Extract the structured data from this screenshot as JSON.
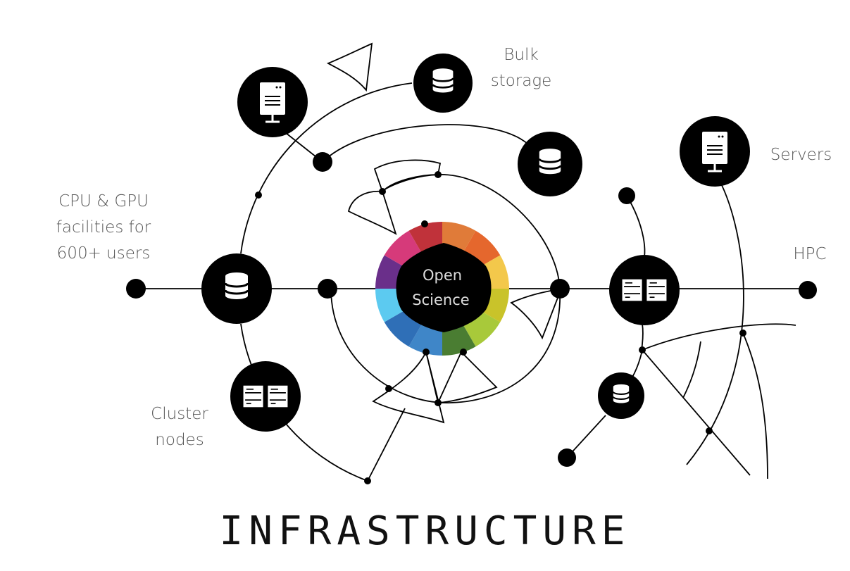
{
  "title": "INFRASTRUCTURE",
  "center": {
    "line1": "Open",
    "line2": "Science"
  },
  "labels": {
    "bulk_storage": [
      "Bulk",
      "storage"
    ],
    "cpu_gpu": [
      "CPU & GPU",
      "facilities for",
      "600+ users"
    ],
    "cluster_nodes": [
      "Cluster",
      "nodes"
    ],
    "servers": [
      "Servers"
    ],
    "hpc": [
      "HPC"
    ]
  },
  "colors": {
    "ink": "#000000",
    "label_text": "#555555",
    "wheel_segments": [
      "#e07b39",
      "#e5672d",
      "#f3c84b",
      "#c9c32a",
      "#a8c93a",
      "#4a7d32",
      "#3f86c8",
      "#2f6fb7",
      "#5ccaf0",
      "#6a2f8a",
      "#d63a7a",
      "#c0323a"
    ]
  },
  "icons": {
    "storage": "database-icon",
    "server": "server-tower-icon",
    "cluster": "rack-server-icon"
  }
}
